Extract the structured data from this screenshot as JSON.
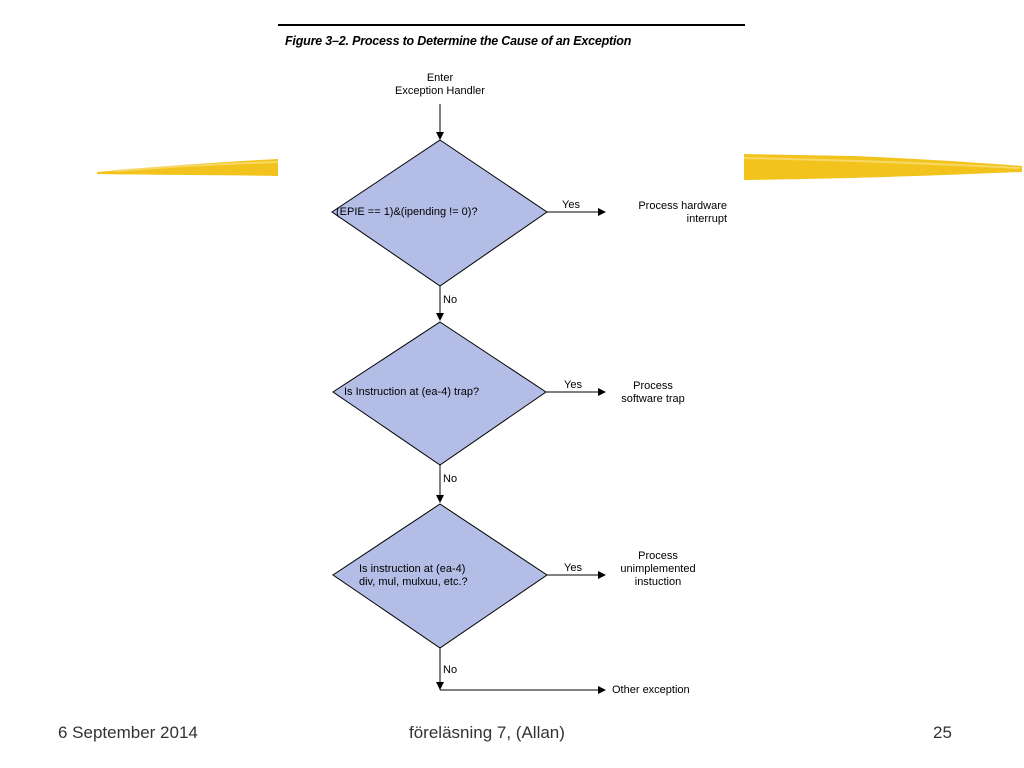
{
  "figure": {
    "title": "Figure 3–2. Process to Determine the Cause of an Exception"
  },
  "flowchart": {
    "start": {
      "line1": "Enter",
      "line2": "Exception Handler"
    },
    "decisions": [
      {
        "lines": [
          "(EPIE == 1)&(ipending != 0)?"
        ],
        "yes_label": "Yes",
        "no_label": "No",
        "outcome": [
          "Process hardware",
          "interrupt"
        ]
      },
      {
        "lines": [
          "Is Instruction at (ea-4) trap?"
        ],
        "yes_label": "Yes",
        "no_label": "No",
        "outcome": [
          "Process",
          "software trap"
        ]
      },
      {
        "lines": [
          "Is instruction at (ea-4)",
          "div, mul, mulxuu, etc.?"
        ],
        "yes_label": "Yes",
        "no_label": "No",
        "outcome": [
          "Process",
          "unimplemented",
          "instuction"
        ]
      }
    ],
    "final": "Other exception"
  },
  "colors": {
    "diamond_fill": "#b3bde6",
    "highlighter": "#f3c31d"
  },
  "footer": {
    "date": "6 September 2014",
    "center": "föreläsning 7, (Allan)",
    "page": "25"
  }
}
